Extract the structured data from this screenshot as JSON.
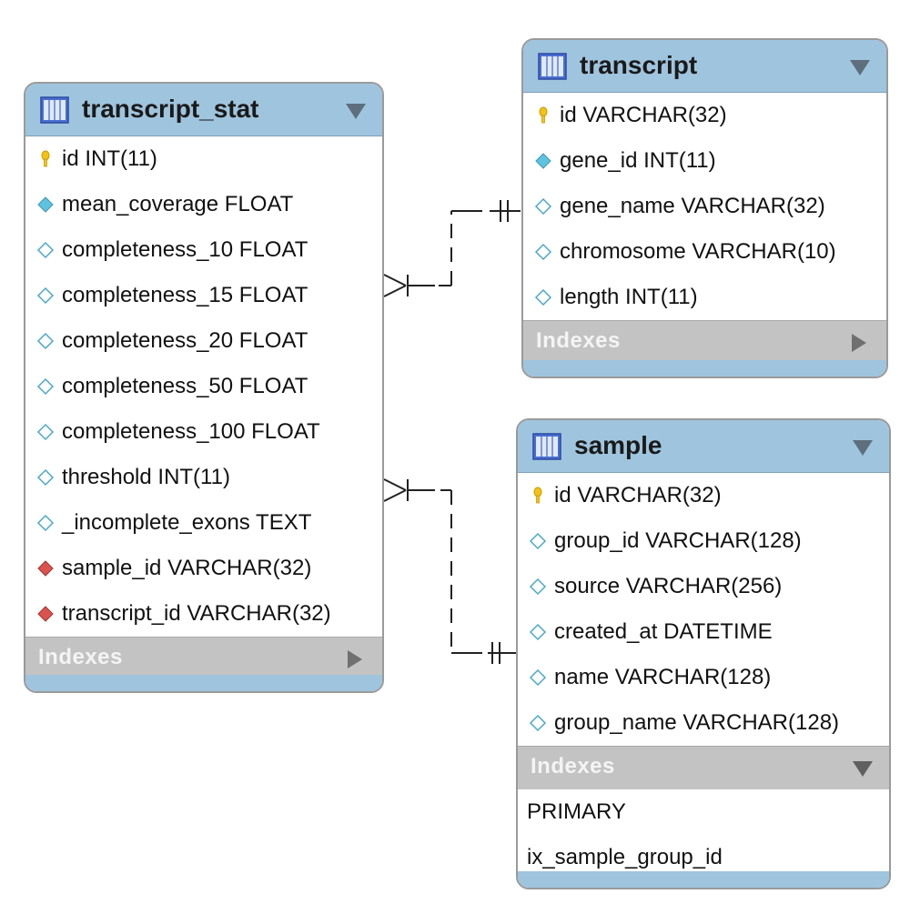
{
  "diagram": {
    "tables": {
      "transcript_stat": {
        "title": "transcript_stat",
        "columns": [
          {
            "text": "id INT(11)",
            "marker": "primary-key-icon"
          },
          {
            "text": "mean_coverage FLOAT",
            "marker": "filled-diamond-icon"
          },
          {
            "text": "completeness_10 FLOAT",
            "marker": "hollow-diamond-icon"
          },
          {
            "text": "completeness_15 FLOAT",
            "marker": "hollow-diamond-icon"
          },
          {
            "text": "completeness_20 FLOAT",
            "marker": "hollow-diamond-icon"
          },
          {
            "text": "completeness_50 FLOAT",
            "marker": "hollow-diamond-icon"
          },
          {
            "text": "completeness_100 FLOAT",
            "marker": "hollow-diamond-icon"
          },
          {
            "text": "threshold INT(11)",
            "marker": "hollow-diamond-icon"
          },
          {
            "text": "_incomplete_exons TEXT",
            "marker": "hollow-diamond-icon"
          },
          {
            "text": "sample_id VARCHAR(32)",
            "marker": "foreign-key-diamond-icon"
          },
          {
            "text": "transcript_id VARCHAR(32)",
            "marker": "foreign-key-diamond-icon"
          }
        ],
        "indexes_label": "Indexes"
      },
      "transcript": {
        "title": "transcript",
        "columns": [
          {
            "text": "id VARCHAR(32)",
            "marker": "primary-key-icon"
          },
          {
            "text": "gene_id INT(11)",
            "marker": "filled-diamond-icon"
          },
          {
            "text": "gene_name VARCHAR(32)",
            "marker": "hollow-diamond-icon"
          },
          {
            "text": "chromosome VARCHAR(10)",
            "marker": "hollow-diamond-icon"
          },
          {
            "text": "length INT(11)",
            "marker": "hollow-diamond-icon"
          }
        ],
        "indexes_label": "Indexes"
      },
      "sample": {
        "title": "sample",
        "columns": [
          {
            "text": "id VARCHAR(32)",
            "marker": "primary-key-icon"
          },
          {
            "text": "group_id VARCHAR(128)",
            "marker": "hollow-diamond-icon"
          },
          {
            "text": "source VARCHAR(256)",
            "marker": "hollow-diamond-icon"
          },
          {
            "text": "created_at DATETIME",
            "marker": "hollow-diamond-icon"
          },
          {
            "text": "name VARCHAR(128)",
            "marker": "hollow-diamond-icon"
          },
          {
            "text": "group_name VARCHAR(128)",
            "marker": "hollow-diamond-icon"
          }
        ],
        "indexes_label": "Indexes",
        "indexes": [
          "PRIMARY",
          "ix_sample_group_id"
        ]
      }
    },
    "relationships": [
      {
        "from": "transcript_stat",
        "to": "transcript",
        "from_end": "many",
        "to_end": "one"
      },
      {
        "from": "transcript_stat",
        "to": "sample",
        "from_end": "many",
        "to_end": "one"
      }
    ],
    "colors": {
      "header": "#9fc4de",
      "indexes_bar": "#c3c3c3",
      "primary_key": "#f2c314",
      "filled_diamond": "#5fc3de",
      "foreign_key_diamond": "#d9534f"
    }
  }
}
